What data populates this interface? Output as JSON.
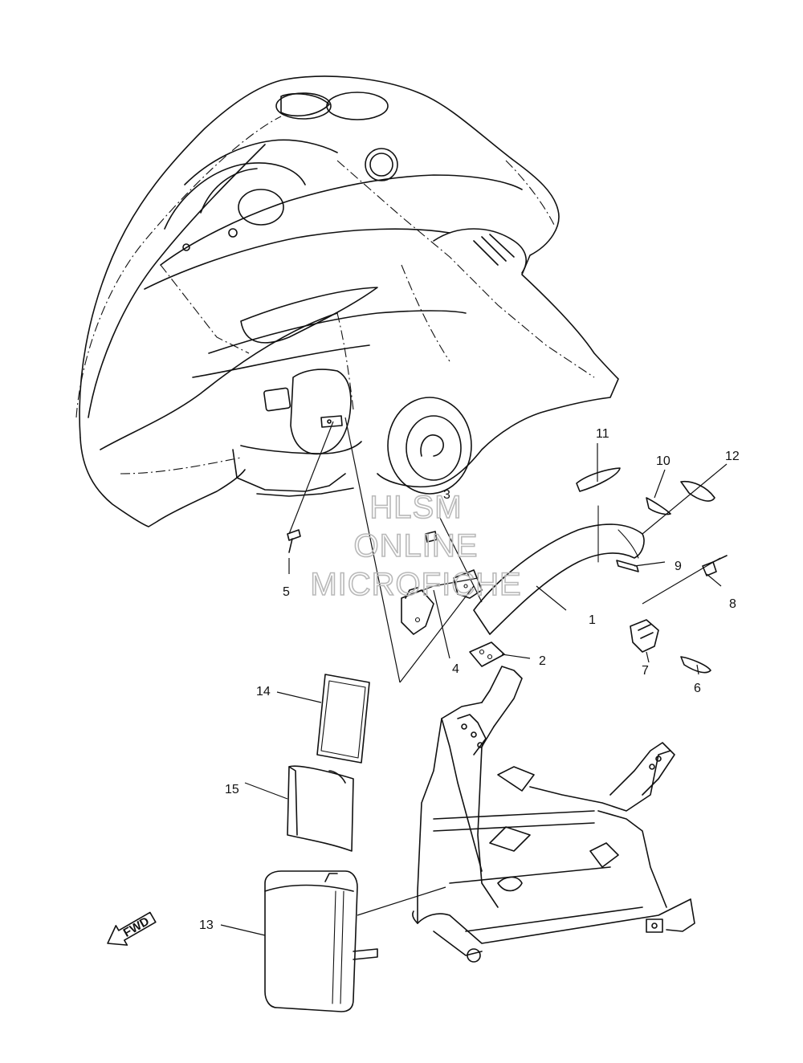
{
  "watermark": {
    "line1": "HLSM",
    "line2": "ONLINE",
    "line3": "MICROFICHE"
  },
  "direction_arrow": {
    "label": "FWD",
    "icon": "forward-arrow-icon"
  },
  "callouts": [
    {
      "id": "1",
      "label": "1"
    },
    {
      "id": "2",
      "label": "2"
    },
    {
      "id": "3",
      "label": "3"
    },
    {
      "id": "4",
      "label": "4"
    },
    {
      "id": "5",
      "label": "5"
    },
    {
      "id": "6",
      "label": "6"
    },
    {
      "id": "7",
      "label": "7"
    },
    {
      "id": "8",
      "label": "8"
    },
    {
      "id": "9",
      "label": "9"
    },
    {
      "id": "10",
      "label": "10"
    },
    {
      "id": "11",
      "label": "11"
    },
    {
      "id": "12",
      "label": "12"
    },
    {
      "id": "13",
      "label": "13"
    },
    {
      "id": "14",
      "label": "14"
    },
    {
      "id": "15",
      "label": "15"
    }
  ]
}
